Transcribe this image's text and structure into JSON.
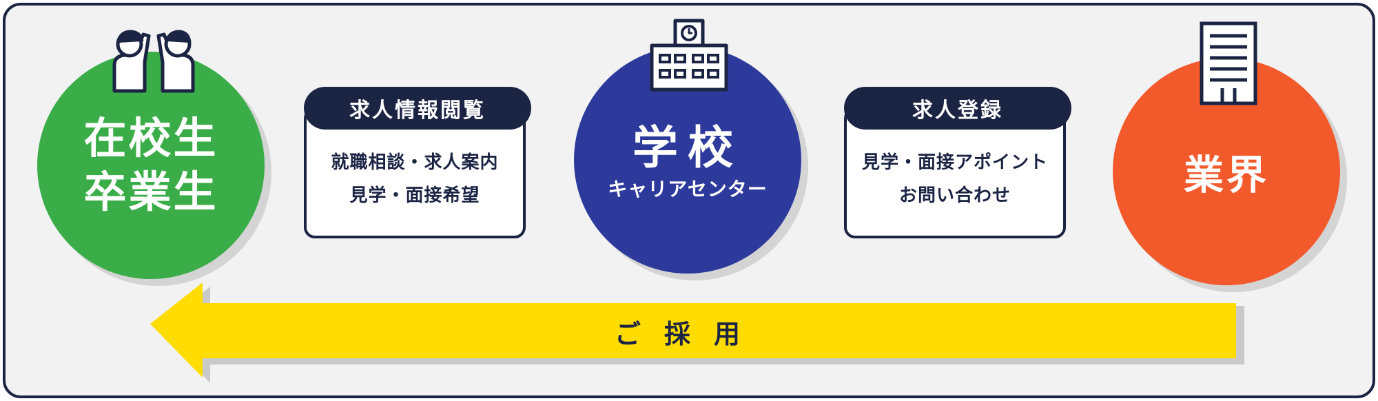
{
  "students": {
    "line1": "在校生",
    "line2": "卒業生"
  },
  "school": {
    "title": "学校",
    "subtitle": "キャリアセンター"
  },
  "industry": {
    "title": "業界"
  },
  "card_left": {
    "heading": "求人情報閲覧",
    "line1": "就職相談・求人案内",
    "line2": "見学・面接希望"
  },
  "card_right": {
    "heading": "求人登録",
    "line1": "見学・面接アポイント",
    "line2": "お問い合わせ"
  },
  "arrow": {
    "label": "ご採用",
    "direction": "right-to-left"
  },
  "colors": {
    "students": "#3aad48",
    "school": "#2d3a9c",
    "industry": "#f25a2c",
    "navy": "#1c2444",
    "arrow": "#ffdc00"
  }
}
